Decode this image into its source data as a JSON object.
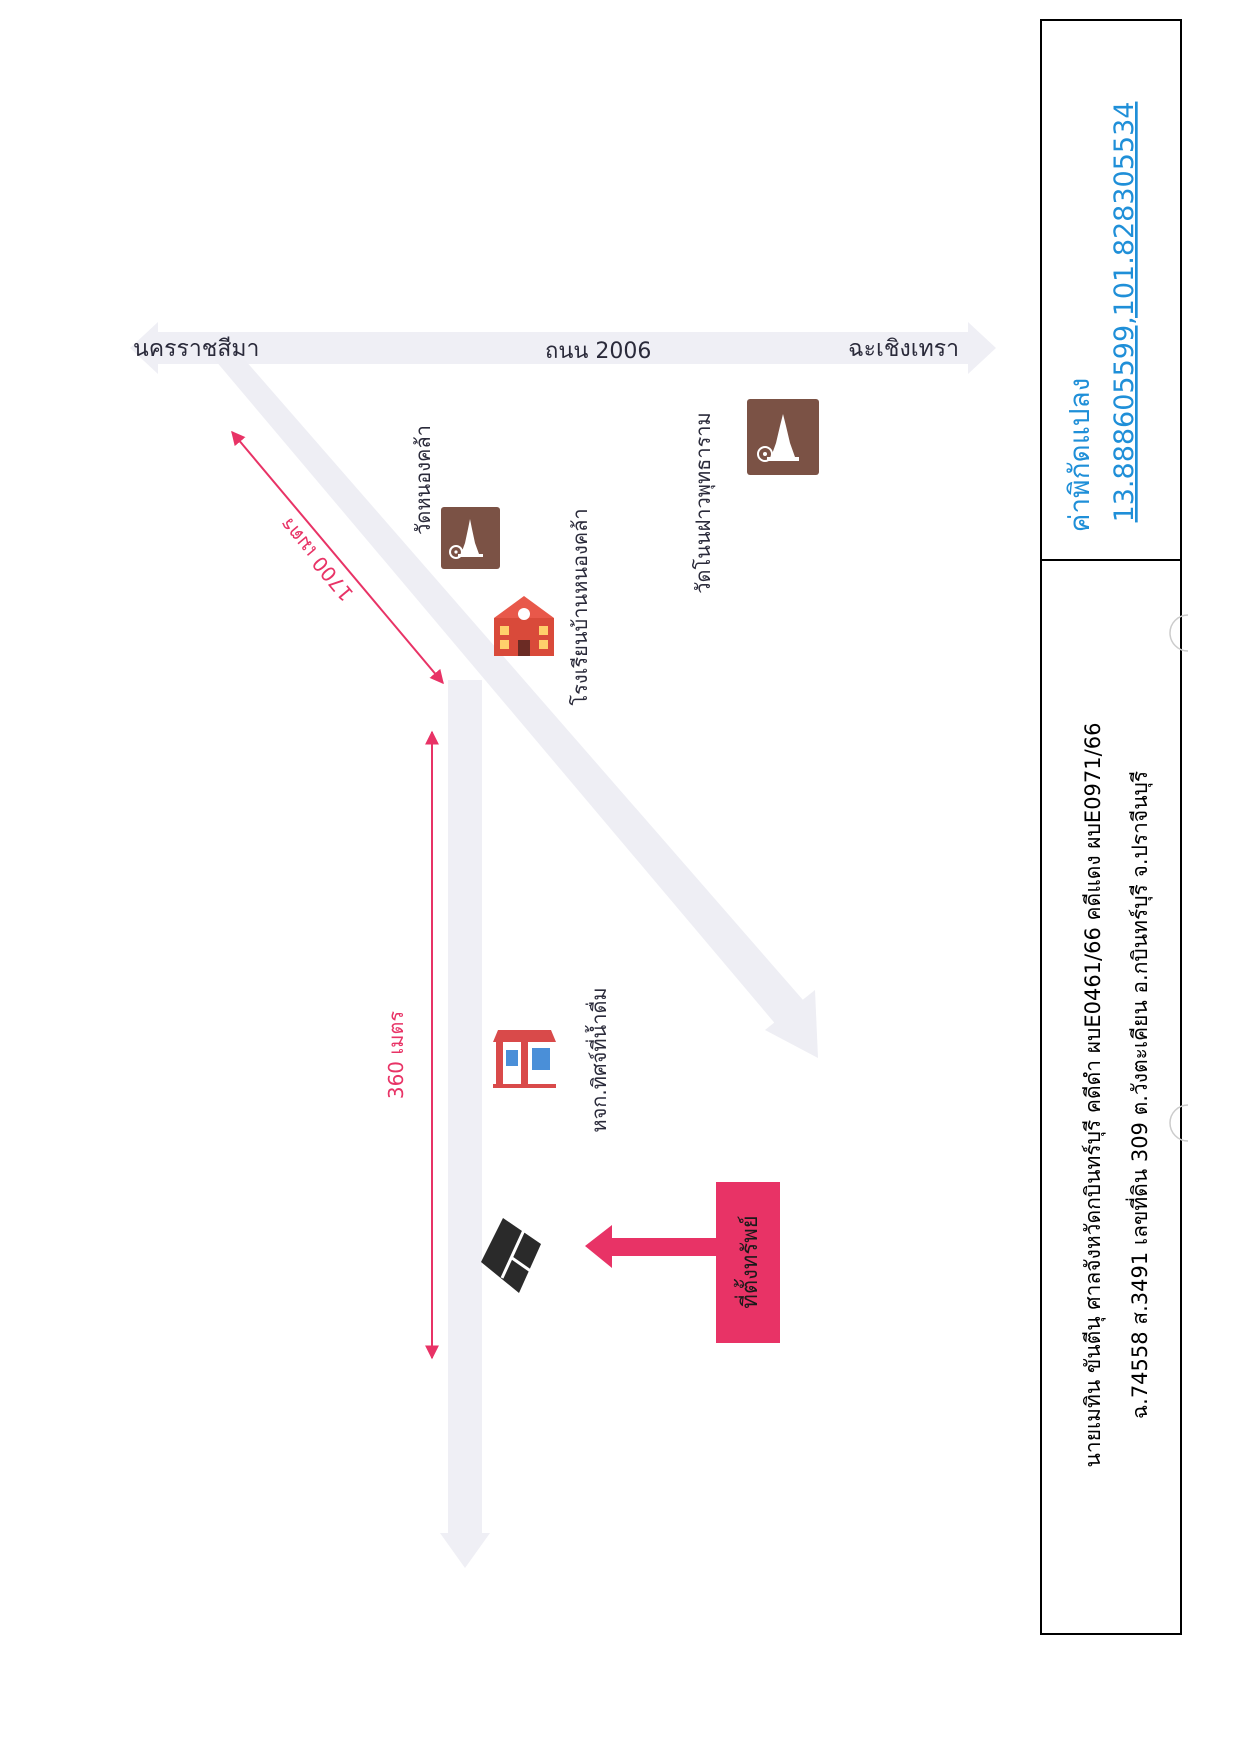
{
  "map": {
    "roads": {
      "main_road_label": "ถนน 2006",
      "left_destination": "นครราชสีมา",
      "right_destination": "ฉะเชิงเทรา"
    },
    "distances": {
      "diagonal": "1700 เมตร",
      "vertical": "360 เมตร"
    },
    "landmarks": {
      "temple_1": "วัดหนองคล้า",
      "school": "โรงเรียนบ้านหนองคล้า",
      "temple_2": "วัดโนนฝาวพุทธาราม",
      "water_plant": "หจก.ทิศจ์ที่น้ำดื่ม"
    },
    "property_sign": "ที่ตั้งทรัพย์"
  },
  "info_box": {
    "line1": "นายเมทิน ขันตีนุ ศาลจังหวัดกบินทร์บุรี คดีดำ ผบE0461/66 คดีแดง ผบE0971/66",
    "line2": "ฉ.74558 ส.3491 เลขที่ดิน 309 ต.วังตะเคียน อ.กบินทร์บุรี จ.ปราจีนบุรี",
    "coord_label": "ค่าพิกัดแปลง",
    "coord_value": "13.888605599,101.828305534"
  },
  "colors": {
    "road": "#efeff5",
    "accent_pink": "#e83366",
    "temple_brown": "#7b5245",
    "school_red": "#d94a3a",
    "link_blue": "#1f8fd8",
    "parcel": "#2a2a2a"
  }
}
